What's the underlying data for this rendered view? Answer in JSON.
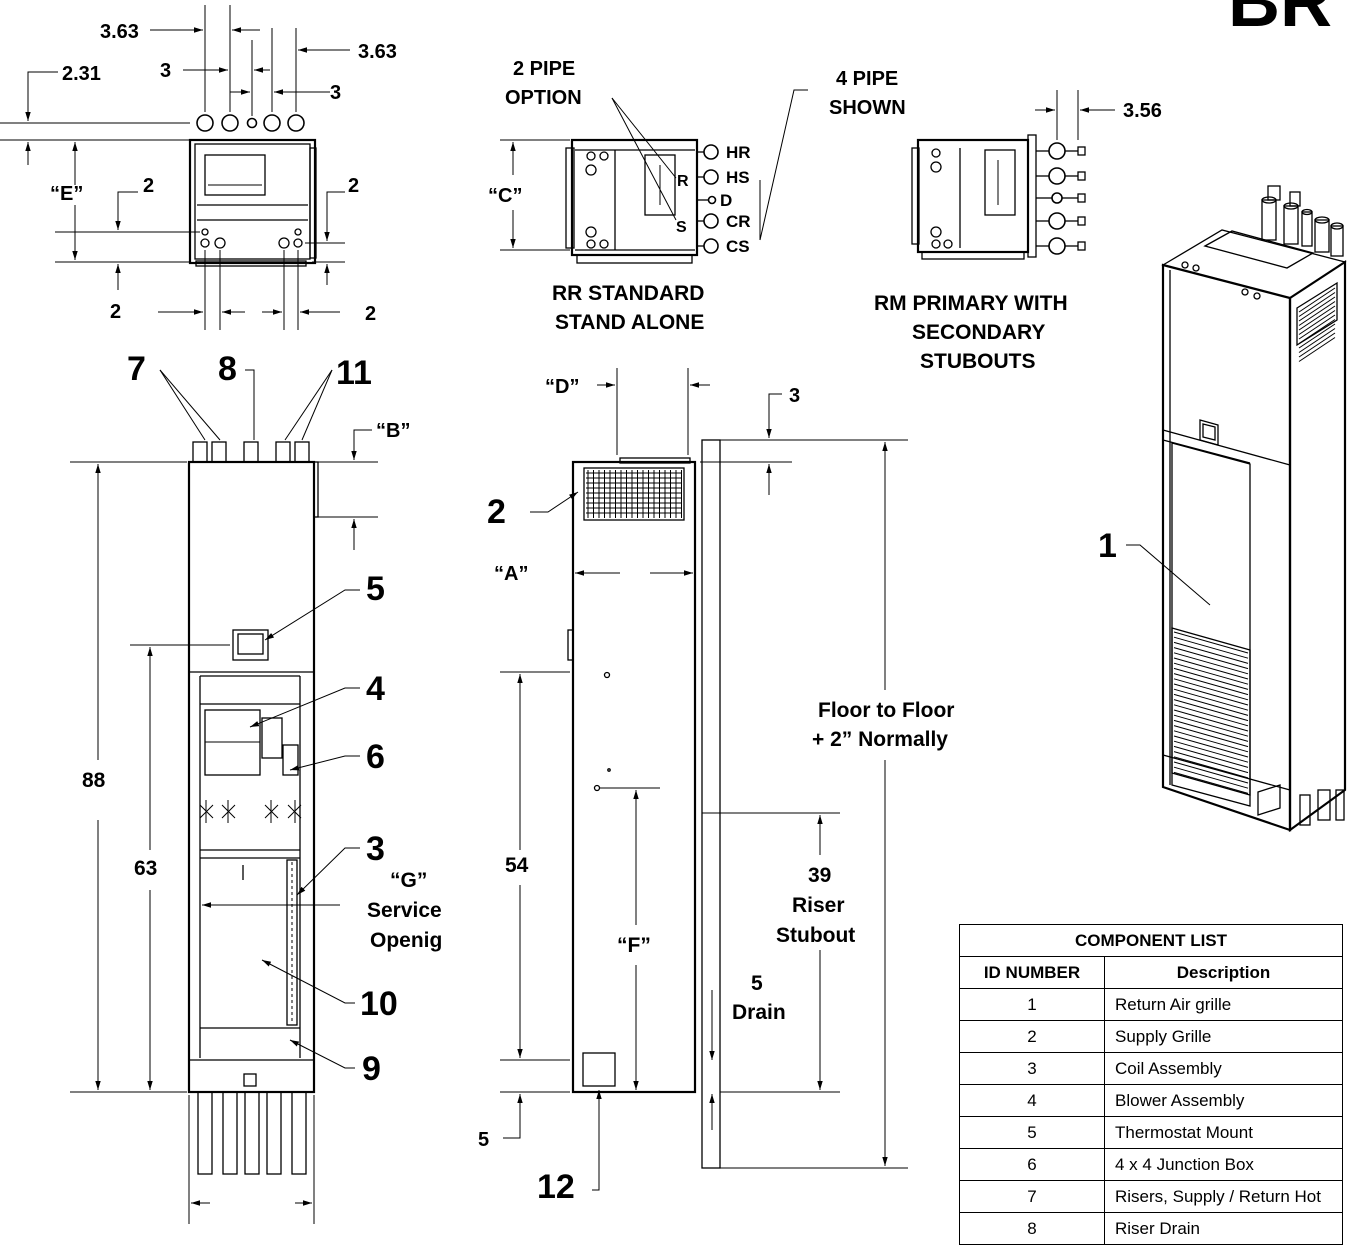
{
  "corner_label": "BR",
  "top_view": {
    "dims": {
      "d363_left": "3.63",
      "d363_right": "3.63",
      "d3_left": "3",
      "d3_right": "3",
      "d231": "2.31",
      "dE": "“E”",
      "d2_tl": "2",
      "d2_tr": "2",
      "d2_bl": "2",
      "d2_br": "2"
    }
  },
  "rr_view": {
    "option_label_1": "2 PIPE",
    "option_label_2": "OPTION",
    "shown_label_1": "4 PIPE",
    "shown_label_2": "SHOWN",
    "dC": "“C”",
    "pipes": [
      "HR",
      "HS",
      "D",
      "CR",
      "CS"
    ],
    "marks": {
      "r": "R",
      "s": "S"
    },
    "caption_1": "RR STANDARD",
    "caption_2": "STAND ALONE"
  },
  "rm_view": {
    "dim": "3.56",
    "caption_1": "RM PRIMARY WITH",
    "caption_2": "SECONDARY",
    "caption_3": "STUBOUTS"
  },
  "front_view": {
    "callouts": {
      "c7": "7",
      "c8": "8",
      "c11": "11",
      "c5": "5",
      "c4": "4",
      "c6": "6",
      "c3": "3",
      "c10": "10",
      "c9": "9"
    },
    "dims": {
      "dB": "“B”",
      "d88": "88",
      "d63": "63"
    },
    "service": {
      "g": "“G”",
      "line1": "Service",
      "line2": "Openig"
    }
  },
  "side_view": {
    "callouts": {
      "c2": "2",
      "c12": "12"
    },
    "dims": {
      "dD": "“D”",
      "d3": "3",
      "dA": "“A”",
      "d54": "54",
      "dF": "“F”",
      "d5_bottom": "5",
      "d5_drain": "5",
      "drain": "Drain",
      "d39": "39",
      "riser": "Riser",
      "stubout": "Stubout"
    },
    "floor_1": "Floor to Floor",
    "floor_2": "+ 2” Normally"
  },
  "iso_view": {
    "callout": "1"
  },
  "component_table": {
    "title": "COMPONENT LIST",
    "col_id": "ID NUMBER",
    "col_desc": "Description",
    "rows": [
      {
        "id": "1",
        "desc": "Return Air grille"
      },
      {
        "id": "2",
        "desc": "Supply Grille"
      },
      {
        "id": "3",
        "desc": "Coil Assembly"
      },
      {
        "id": "4",
        "desc": "Blower Assembly"
      },
      {
        "id": "5",
        "desc": "Thermostat Mount"
      },
      {
        "id": "6",
        "desc": "4 x 4 Junction Box"
      },
      {
        "id": "7",
        "desc": "Risers, Supply / Return Hot"
      },
      {
        "id": "8",
        "desc": "Riser Drain"
      }
    ]
  }
}
